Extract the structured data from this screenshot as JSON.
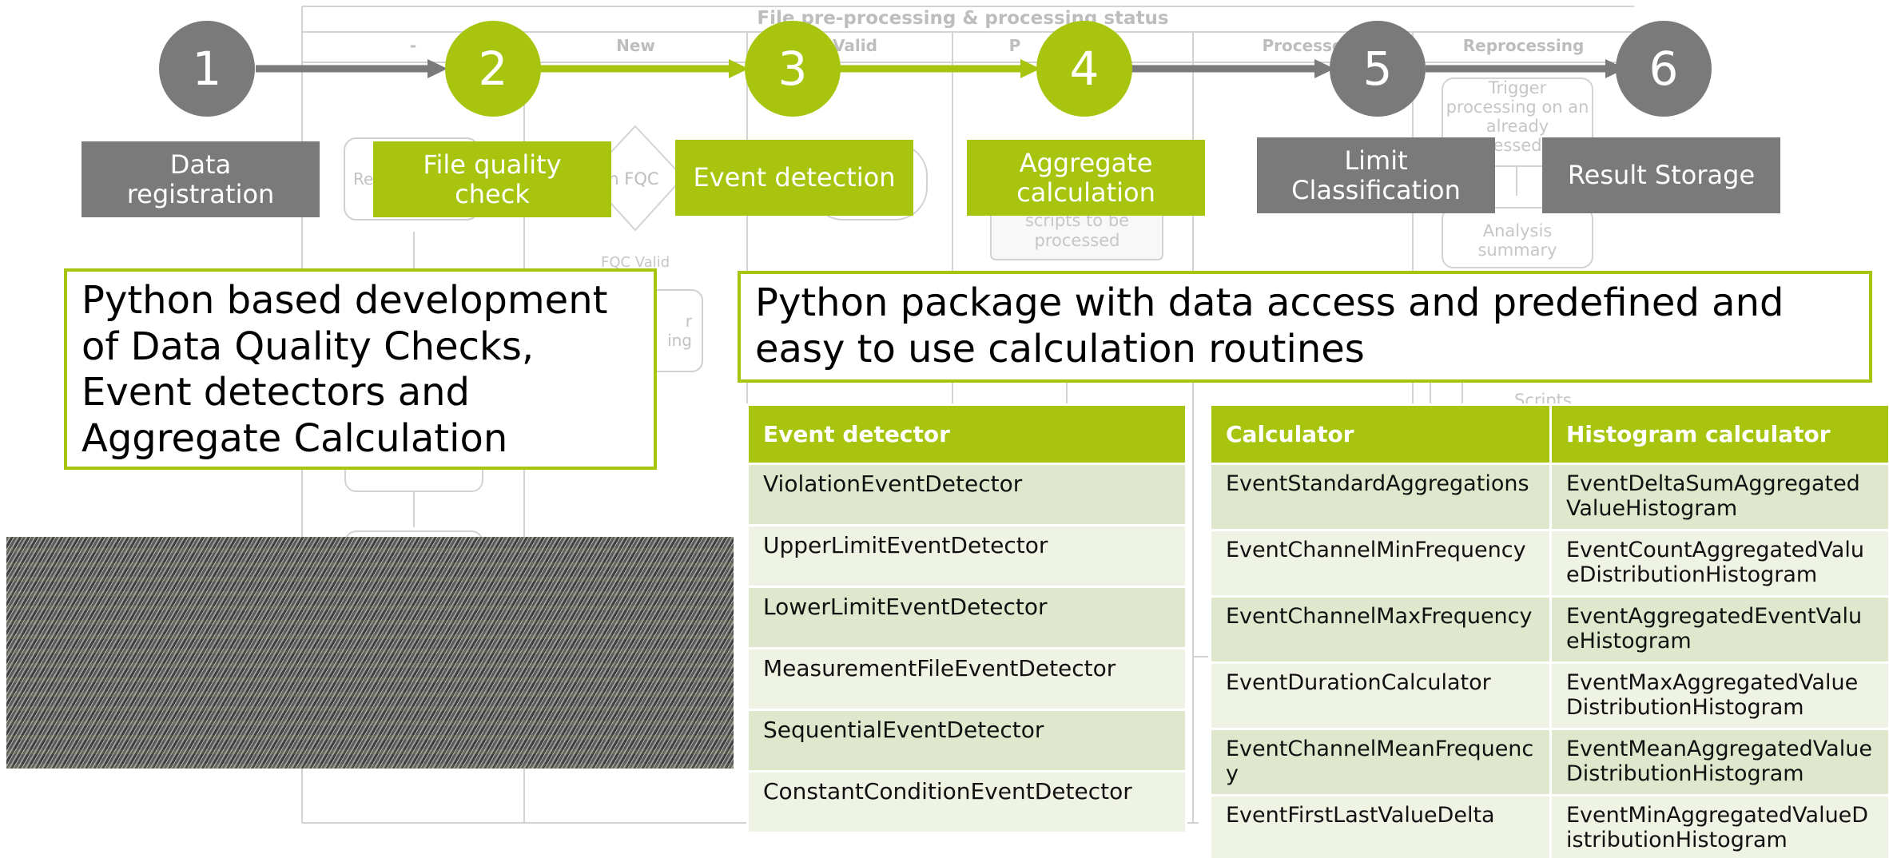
{
  "background": {
    "title": "File pre-processing & processing status",
    "columns": [
      "-",
      "New",
      "Valid",
      "P",
      "Processe",
      "Reprocessing"
    ],
    "fragments": {
      "register_box": "Re",
      "run_fqc": "un FQC",
      "fqc_valid": "FQC Valid",
      "side_box_line1": "r",
      "side_box_line2": "ing",
      "scripts_line1": "scripts to be",
      "scripts_line2": "processed",
      "trigger_line1": "Trigger",
      "trigger_line2": "processing on an",
      "trigger_line3": "already",
      "trigger_line4": "essed",
      "analysis_line1": "Analysis",
      "analysis_line2": "summary",
      "scripts_bottom": "Scripts"
    }
  },
  "steps": [
    {
      "number": "1",
      "label_line1": "Data",
      "label_line2": "registration"
    },
    {
      "number": "2",
      "label_line1": "File quality",
      "label_line2": "check"
    },
    {
      "number": "3",
      "label_line1": "Event detection",
      "label_line2": ""
    },
    {
      "number": "4",
      "label_line1": "Aggregate",
      "label_line2": "calculation"
    },
    {
      "number": "5",
      "label_line1": "Limit",
      "label_line2": "Classification"
    },
    {
      "number": "6",
      "label_line1": "Result Storage",
      "label_line2": ""
    }
  ],
  "callouts": {
    "left": {
      "line1": "Python based development",
      "line2": "of Data Quality Checks,",
      "line3": "Event detectors and",
      "line4": "Aggregate Calculation"
    },
    "right": {
      "line1": "Python package with data access and predefined and",
      "line2": "easy to use calculation routines"
    }
  },
  "event_table": {
    "header": "Event detector",
    "rows": [
      "ViolationEventDetector",
      "UpperLimitEventDetector",
      "LowerLimitEventDetector",
      "MeasurementFileEventDetector",
      "SequentialEventDetector",
      "ConstantConditionEventDetector"
    ]
  },
  "calc_table": {
    "headers": [
      "Calculator",
      "Histogram calculator"
    ],
    "rows": [
      [
        "EventStandardAggregations",
        "EventDeltaSumAggregatedValueHistogram"
      ],
      [
        "EventChannelMinFrequency",
        "EventCountAggregatedValueDistributionHistogram"
      ],
      [
        "EventChannelMaxFrequency",
        "EventAggregatedEventValueHistogram"
      ],
      [
        "EventDurationCalculator",
        "EventMaxAggregatedValueDistributionHistogram"
      ],
      [
        "EventChannelMeanFrequency",
        "EventMeanAggregatedValueDistributionHistogram"
      ],
      [
        "EventFirstLastValueDelta",
        "EventMinAggregatedValueDistributionHistogram"
      ]
    ]
  },
  "colors": {
    "accent_green": "#a8c40f",
    "step_gray": "#7a7a7a",
    "row_dark": "#dfe8cc",
    "row_light": "#eff3e4"
  }
}
